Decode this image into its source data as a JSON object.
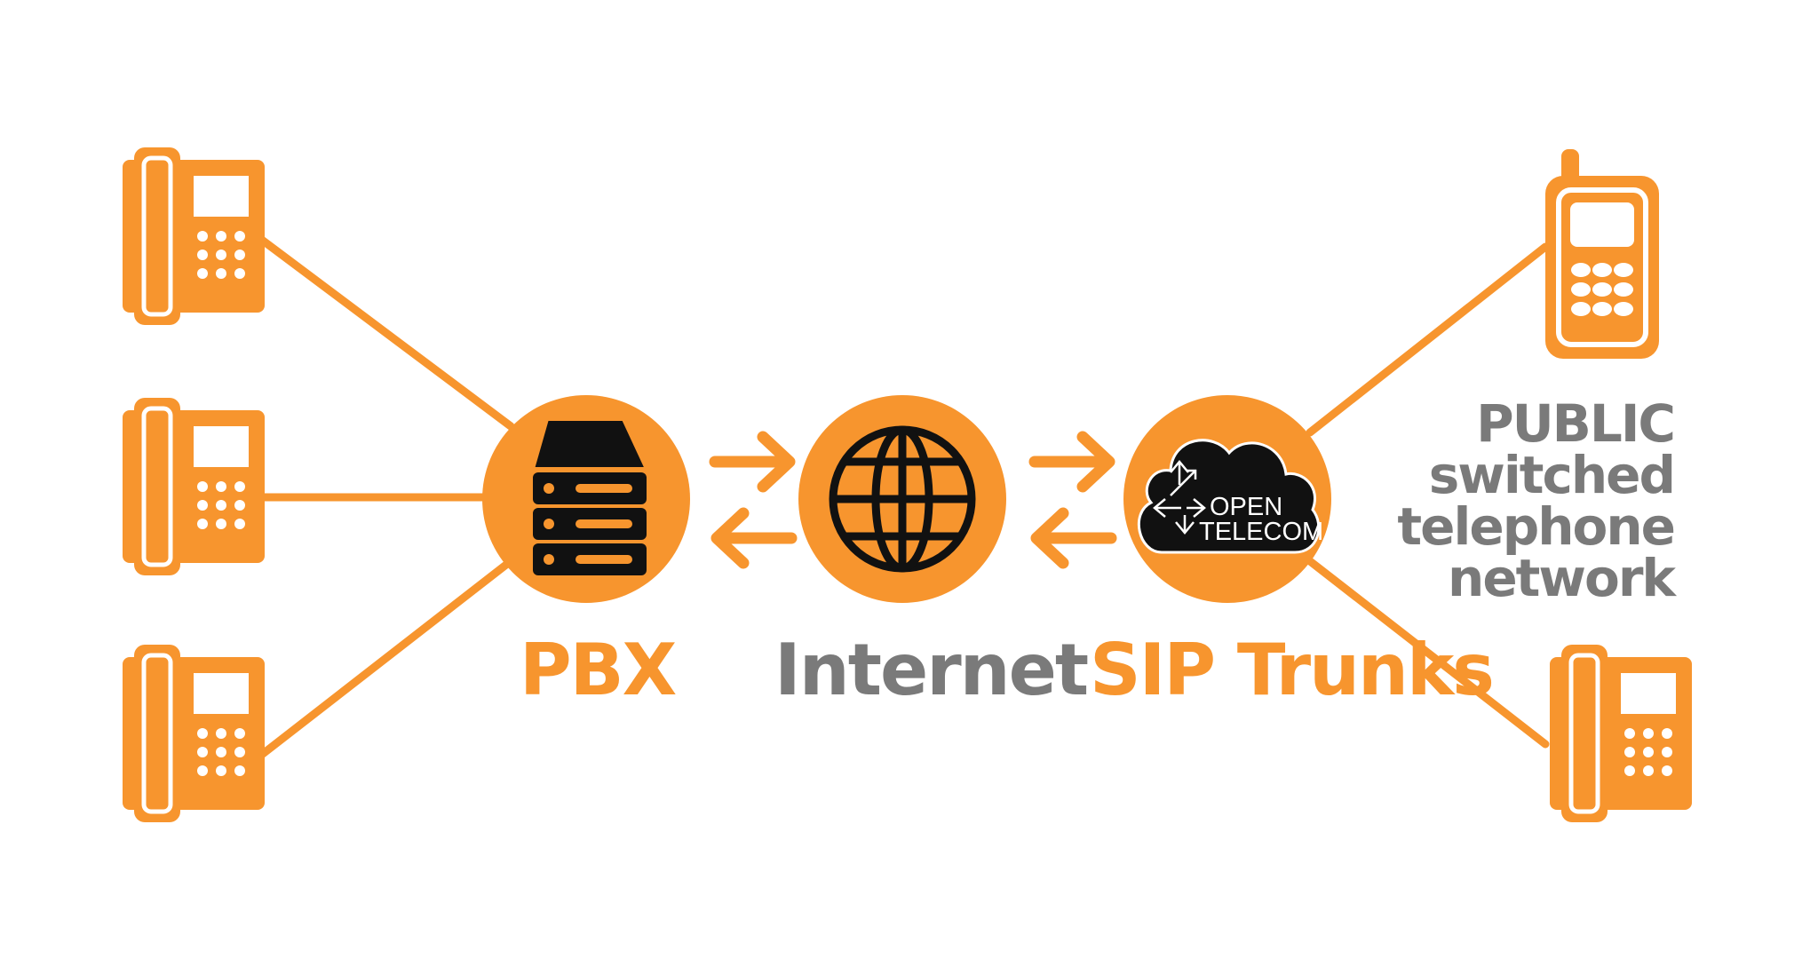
{
  "colors": {
    "accent": "#f7952e",
    "gray": "#7a7a7a",
    "black": "#111111",
    "white": "#ffffff"
  },
  "labels": {
    "pbx": "PBX",
    "internet": "Internet",
    "sip_trunks": "SIP Trunks"
  },
  "pstn": {
    "line1": "PUBLIC",
    "line2": "switched",
    "line3": "telephone",
    "line4": "network"
  },
  "logo": {
    "line1": "OPEN",
    "line2": "TELECOM"
  },
  "icons": {
    "left_devices": [
      "desk-phone-icon",
      "desk-phone-icon",
      "desk-phone-icon"
    ],
    "pbx": "server-stack-icon",
    "internet": "globe-icon",
    "sip": "cloud-icon",
    "right_devices": [
      "mobile-phone-icon",
      "desk-phone-icon"
    ]
  }
}
